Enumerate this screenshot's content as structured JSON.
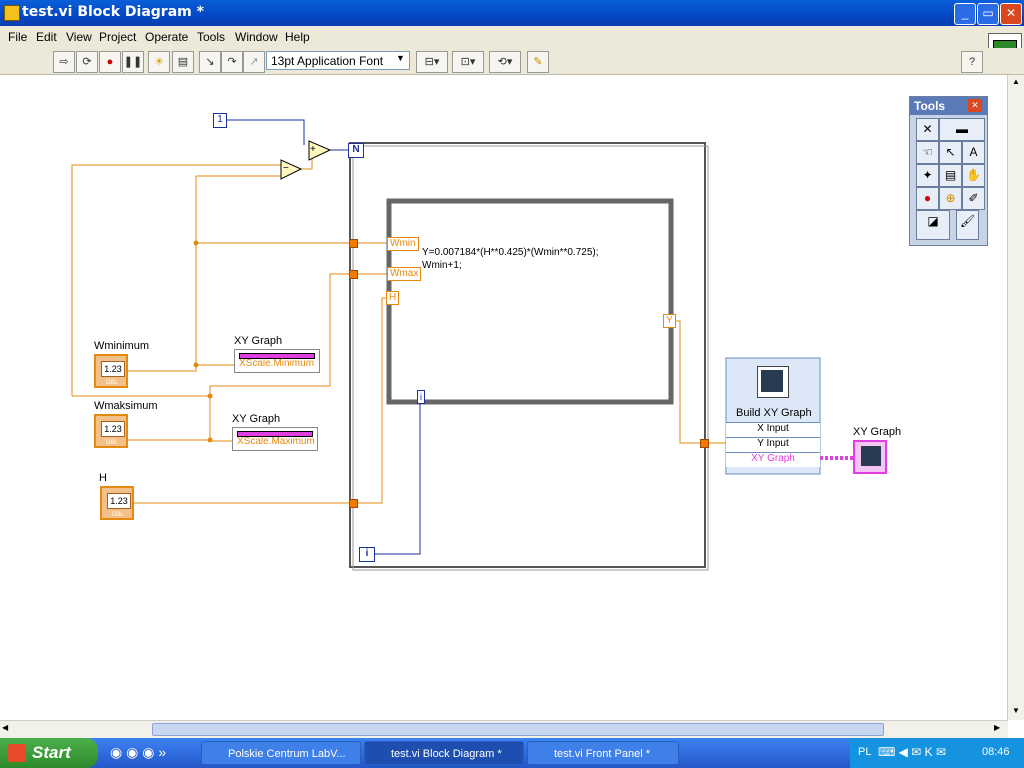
{
  "window": {
    "title": "test.vi Block Diagram *",
    "buttons": [
      "_",
      "▭",
      "✕"
    ]
  },
  "menu": [
    "File",
    "Edit",
    "View",
    "Project",
    "Operate",
    "Tools",
    "Window",
    "Help"
  ],
  "toolbar": {
    "font": "13pt Application Font",
    "help": "?"
  },
  "diagram": {
    "const1": "1",
    "loop_N": "N",
    "loop_i": "i",
    "inner_i": "i",
    "add_op": "+",
    "sub_op": "−",
    "node_wmin": "Wmin",
    "node_wmax": "Wmax",
    "node_h": "H",
    "node_y": "Y",
    "formula_line1": "Y=0.007184*(H**0.425)*(Wmin**0.725);",
    "formula_line2": "Wmin+1;",
    "ctl_wminimum": "Wminimum",
    "ctl_wmaksimum": "Wmaksimum",
    "ctl_h": "H",
    "dbl_value": "1.23",
    "dbl_type": "DBL",
    "xy1_label": "XY Graph",
    "xy1_prop": "XScale.Minimum",
    "xy2_label": "XY Graph",
    "xy2_prop": "XScale.Maximum",
    "build_label": "Build XY Graph",
    "build_rows": [
      "X Input",
      "Y Input",
      "XY Graph"
    ],
    "xy3_label": "XY Graph"
  },
  "tools": {
    "title": "Tools",
    "close": "✕"
  },
  "taskbar": {
    "start": "Start",
    "tasks": [
      "Polskie Centrum LabV...",
      "test.vi Block Diagram *",
      "test.vi Front Panel *"
    ],
    "lang": "PL",
    "clock": "08:46"
  },
  "colors": {
    "wire_orange": "#e48a10",
    "wire_blue": "#1a2fa0",
    "wire_pink": "#e040e0",
    "titlebar": "#0447c4"
  }
}
